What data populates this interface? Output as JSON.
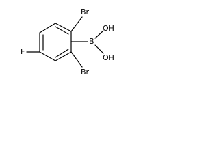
{
  "molecule": {
    "atoms": {
      "br_top": "Br",
      "br_bottom": "Br",
      "fluorine": "F",
      "boron": "B",
      "oh_upper": "OH",
      "oh_lower": "OH"
    },
    "colors": {
      "bond": "#000000",
      "text": "#000000",
      "background": "#ffffff"
    }
  }
}
